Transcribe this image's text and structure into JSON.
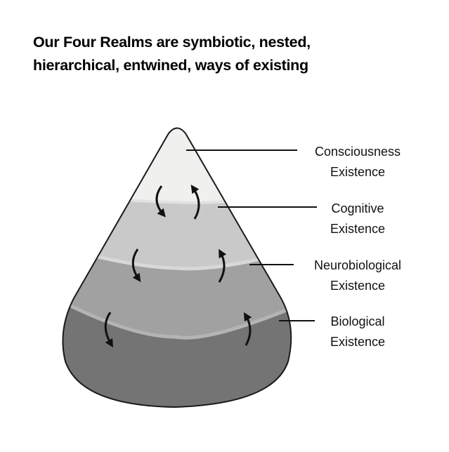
{
  "title": {
    "line1": "Our Four Realms are symbiotic, nested,",
    "line2": "hierarchical, entwined, ways of existing"
  },
  "realms": [
    {
      "line1": "Consciousness",
      "line2": "Existence",
      "color": "#f0f0ee"
    },
    {
      "line1": "Cognitive",
      "line2": "Existence",
      "color": "#c9c9c9"
    },
    {
      "line1": "Neurobiological",
      "line2": "Existence",
      "color": "#a1a1a1"
    },
    {
      "line1": "Biological",
      "line2": "Existence",
      "color": "#747474"
    }
  ]
}
